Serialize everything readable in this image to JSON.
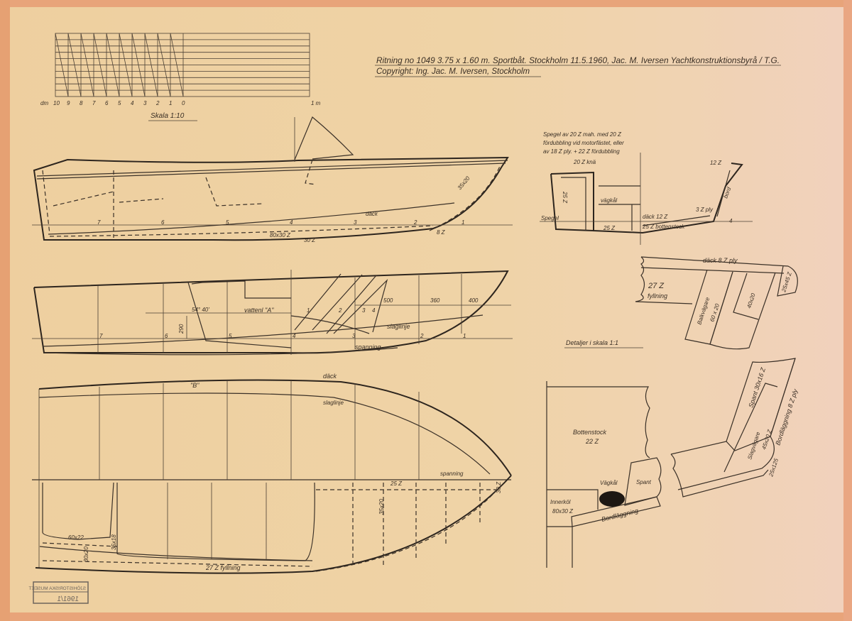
{
  "title_block": {
    "drawing_line": "Ritning no 1049   3.75 x 1.60 m. Sportbåt.  Stockholm 11.5.1960,  Jac. M. Iversen Yachtkonstruktionsbyrå / T.G.",
    "copyright_line": "Copyright: Ing. Jac. M. Iversen,  Stockholm"
  },
  "scale_bar": {
    "unit_left": "dm",
    "ticks": [
      "10",
      "9",
      "8",
      "7",
      "6",
      "5",
      "4",
      "3",
      "2",
      "1",
      "0"
    ],
    "unit_right": "1 m",
    "caption": "Skala 1:10"
  },
  "profile_view": {
    "labels": {
      "deck": "däck",
      "keel": "80x30 Z",
      "bottom": "30 Z",
      "stem": "35x20",
      "plank": "8 Z"
    },
    "stations": [
      "7",
      "6",
      "5",
      "4",
      "3",
      "2",
      "1"
    ]
  },
  "lines_view": {
    "stations": [
      "7",
      "6",
      "5",
      "4",
      "3",
      "2",
      "1"
    ],
    "buttock_numbers": [
      "1",
      "2",
      "3",
      "4"
    ],
    "dimensions": [
      "500",
      "360",
      "400"
    ],
    "height_dim": "290",
    "angle_note": "54° 40'",
    "waterline": "vattenl \"A\"",
    "chine": "slaglinje",
    "spanning": "spanning"
  },
  "plan_view": {
    "deck": "däck",
    "section_mark": "\"B\"",
    "chine": "slaglinje",
    "spanning": "spanning",
    "labels": [
      "25 Z",
      "35x20",
      "30 Z",
      "60x22",
      "30x20",
      "35x18",
      "27 Z fyllning"
    ]
  },
  "transom_section": {
    "note_lines": [
      "Spegel av 20 Z mah. med 20 Z",
      "fördubbling vid motorfästet, eller",
      "av 18 Z ply. + 22 Z fördubbling"
    ],
    "knee": "20 Z knä",
    "side": "25 Z",
    "vagkal": "vägkål",
    "spegel": "Spegel",
    "deck": "däck 12 Z",
    "floor": "25 Z bottenstock",
    "bottom": "25 Z",
    "coaming": "12 Z",
    "ply": "3 Z ply",
    "four": "4",
    "frame": "bord"
  },
  "details": {
    "caption": "Detaljer i skala 1:1",
    "deck_detail": {
      "deck": "däck 8 Z ply",
      "filling_1": "27 Z",
      "filling_2": "fyllning",
      "beam_shelf": "Balkvägare",
      "beam_size": "60 x 20",
      "inner": "40x20",
      "rail": "25x45 Z"
    },
    "keel_detail": {
      "floor_1": "Bottenstock",
      "floor_2": "22 Z",
      "vagkal": "Vägkål",
      "frame": "Spant",
      "keel_1": "Innerköl",
      "keel_2": "80x30 Z",
      "planking": "Bordläggning"
    },
    "chine_detail": {
      "frame": "Spant 30x16 Z",
      "stringer_1": "Slagvägare",
      "stringer_2": "45x20 Z",
      "planking": "Bordläggning 8 Z ply",
      "chine_log": "25x125"
    }
  },
  "stamp": {
    "line1": "SJÖHISTORISKA MUSEET",
    "line2": "1961/1"
  }
}
